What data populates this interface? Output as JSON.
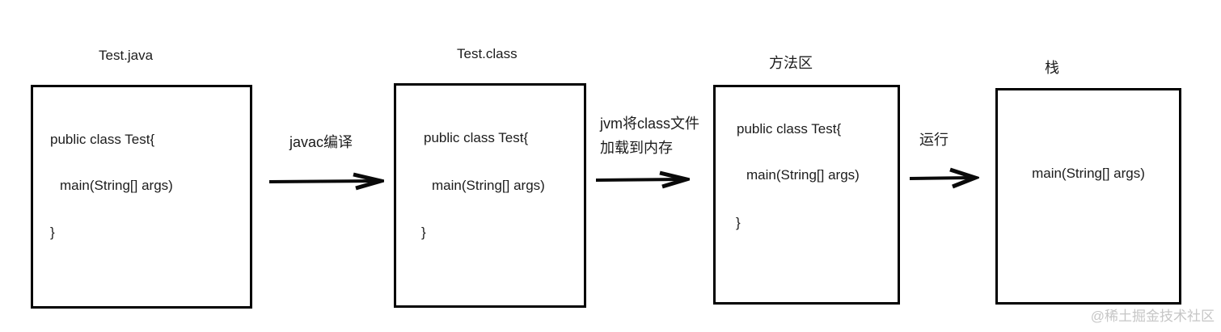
{
  "diagram": {
    "stages": [
      {
        "title": "Test.java",
        "lines": [
          "public class Test{",
          "main(String[] args)",
          "}"
        ]
      },
      {
        "title": "Test.class",
        "lines": [
          "public class Test{",
          "main(String[] args)",
          "}"
        ]
      },
      {
        "title": "方法区",
        "lines": [
          "public class Test{",
          "main(String[] args)",
          "}"
        ]
      },
      {
        "title": "栈",
        "lines": [
          "main(String[] args)"
        ]
      }
    ],
    "arrows": [
      {
        "lines": [
          "javac编译"
        ]
      },
      {
        "lines": [
          "jvm将class文件",
          "加载到内存"
        ]
      },
      {
        "lines": [
          "运行"
        ]
      }
    ],
    "watermark": "@稀土掘金技术社区",
    "colors": {
      "background": "#ffffff",
      "stroke": "#000000",
      "text": "#1c1c1c",
      "watermark": "#c6c6c6"
    }
  }
}
